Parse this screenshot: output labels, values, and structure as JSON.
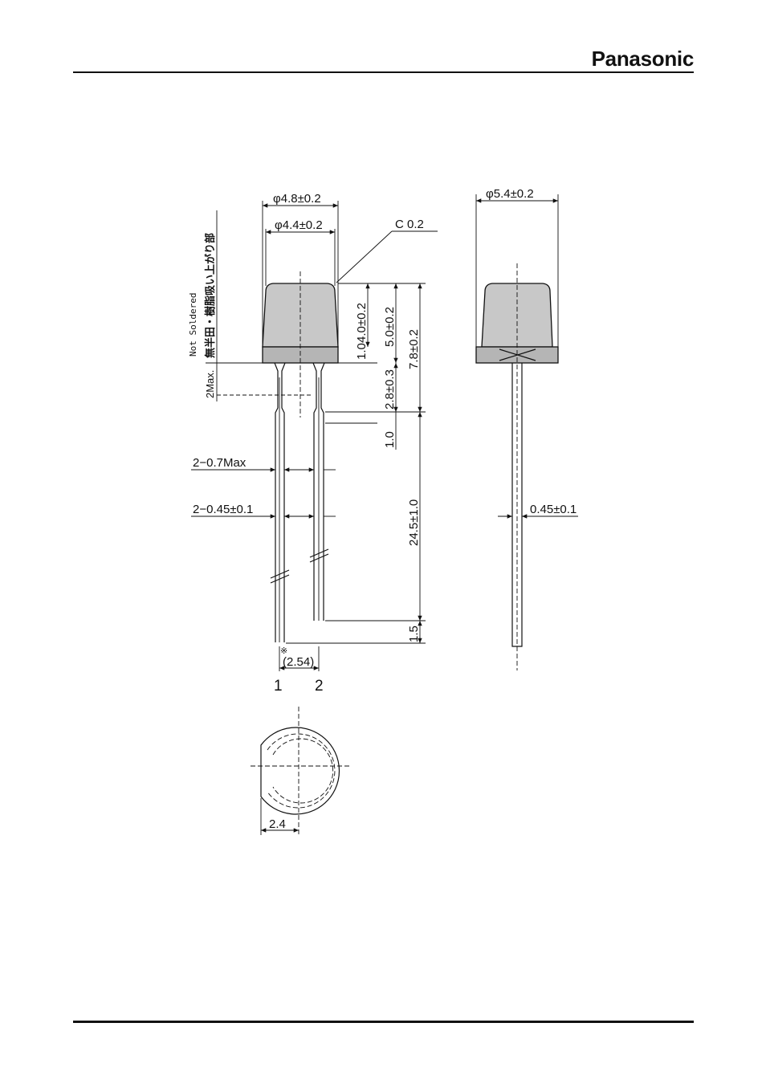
{
  "header": {
    "brand": "Panasonic"
  },
  "drawing": {
    "front_view": {
      "dim_outer_diameter": "φ4.8±0.2",
      "dim_inner_diameter": "φ4.4±0.2",
      "dim_chamfer": "C 0.2",
      "dim_flange": "1.0",
      "dim_lens_height": "4.0±0.2",
      "dim_body_height": "5.0±0.2",
      "dim_total_height": "7.8±0.2",
      "dim_lead_to_kink": "2.8±0.3",
      "dim_kink": "1.0",
      "dim_lead_length": "24.5±1.0",
      "dim_lead_end": "1.5",
      "dim_lead_max": "2−0.7Max",
      "dim_lead_width": "2−0.45±0.1",
      "dim_pitch": "(2.54)",
      "pitch_mark": "※",
      "pin_1": "1",
      "pin_2": "2",
      "note_max": "2Max.",
      "note_jp": "無半田・樹脂吸い上がり部",
      "note_en": "Not Soldered"
    },
    "side_view": {
      "dim_flange_diameter": "φ5.4±0.2",
      "dim_lead_width": "0.45±0.1"
    },
    "bottom_view": {
      "dim_flat": "2.4"
    }
  }
}
